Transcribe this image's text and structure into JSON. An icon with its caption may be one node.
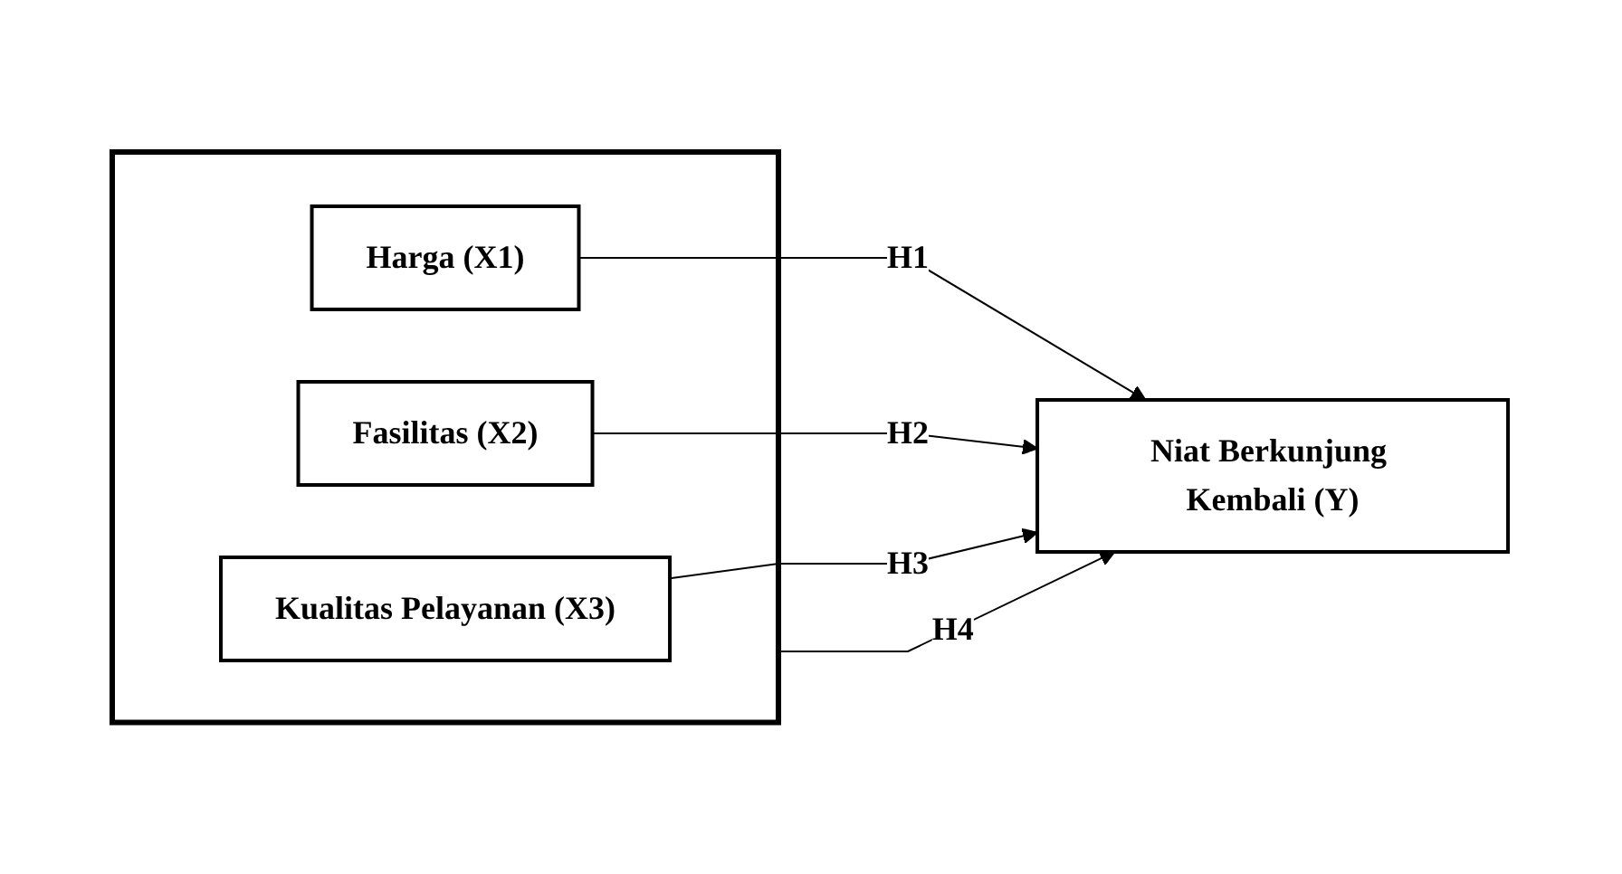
{
  "diagram": {
    "nodes": [
      {
        "text": [],
        "shape": "box"
      },
      {
        "text": [
          "Harga (X1)"
        ],
        "in": 0
      },
      {
        "text": [
          "Fasilitas (X2)"
        ],
        "in": 0
      },
      {
        "text": [
          "Kualitas Pelayanan (X3)"
        ],
        "in": 0
      },
      {
        "text": [
          "Niat Berkunjung Kembali (Y)"
        ]
      }
    ],
    "edges": [
      {
        "from": 1,
        "to": 4,
        "arrow": "to",
        "label": "H1"
      },
      {
        "from": 2,
        "to": 4,
        "arrow": "to",
        "label": "H2"
      },
      {
        "from": 3,
        "to": 4,
        "arrow": "to",
        "label": "H3"
      },
      {
        "from": 0,
        "to": 4,
        "arrow": "to",
        "label": "H4"
      }
    ]
  }
}
